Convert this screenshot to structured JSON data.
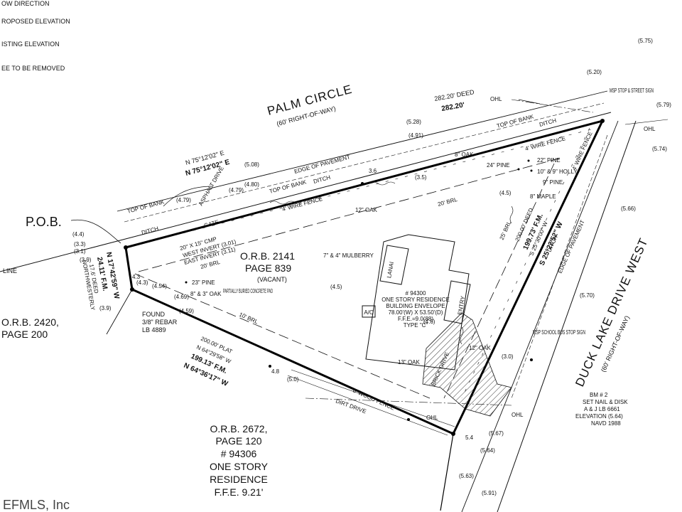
{
  "legend": [
    "OW DIRECTION",
    "ROPOSED ELEVATION",
    "ISTING ELEVATION",
    "EE TO BE REMOVED"
  ],
  "watermark": "EFMLS, Inc",
  "roads": {
    "palm_circle": {
      "name": "PALM CIRCLE",
      "row": "(60' RIGHT-OF-WAY)"
    },
    "duck_lake": {
      "name": "DUCK LAKE DRIVE WEST",
      "row": "(60' RIGHT-OF-WAY)"
    }
  },
  "pob": "P.O.B.",
  "parcel": {
    "orb": "O.R.B. 2141",
    "page": "PAGE 839",
    "status": "(VACANT)"
  },
  "neighbor_west": {
    "orb": "O.R.B. 2420,",
    "page": "PAGE 200"
  },
  "neighbor_south": {
    "lines": [
      "O.R.B. 2672,",
      "PAGE 120",
      "# 94306",
      "ONE STORY",
      "RESIDENCE",
      "F.F.E. 9.21'"
    ]
  },
  "north_line": {
    "deed": "282.20' DEED",
    "fm": "282.20'",
    "bearing_deed": "N 75°12'02\" E",
    "bearing_fm": "N 75°12'02\" E"
  },
  "east_line": {
    "brl": "25' BRL",
    "deed": "200.00' DEED",
    "fm": "199.73' F.M.",
    "bearing_deed": "S 25°30'00\" W",
    "bearing_fm": "S 25°22'52\" W"
  },
  "south_line": {
    "plat": "200.00' PLAT",
    "bearing_plat": "N 64°29'58\" W",
    "fm": "199.13' F.M.",
    "bearing_fm": "N 64°36'17\" W"
  },
  "west_line": {
    "bearing": "N 17°42'59\" W",
    "fm": "24.11' F.M.",
    "deed": "17.6' DEED",
    "ne": "NORTHWESTERLY"
  },
  "labels": {
    "edge_pavement": "EDGE OF PAVEMENT",
    "edge_pavement_e": "EDGE OF PAVEMENT",
    "top_bank": "TOP OF BANK",
    "ditch": "DITCH",
    "wire_fence": "4' WIRE FENCE",
    "brl20": "20' BRL",
    "brl20b": "20' BRL",
    "brl10": "10' BRL",
    "wood_fence": "6' WOOD FENCE",
    "dirt_drive": "DIRT DRIVE",
    "ohl": "OHL",
    "cmp": "20\" X 15\" CMP",
    "cmp_w": "WEST INVERT (3.01)",
    "cmp_e": "EAST INVERT (3.11)",
    "asphalt": "ASPHALT DRIVE",
    "gate": "GATE",
    "pad": "PARTIALLY BURIED CONCRETE PAD",
    "found": "FOUND",
    "rebar": "3/8\" REBAR",
    "lb": "LB 4889",
    "line": "LINE",
    "msp_stop": "MSP STOP & STREET SIGN",
    "msp_bus": "MSP SCHOOL BUS STOP SIGN",
    "bm": [
      "BM # 2",
      "SET NAIL & DISK",
      "A & J LB 6661",
      "ELEVATION (5.64)",
      "NAVD 1988"
    ]
  },
  "residence": {
    "lines": [
      "# 94300",
      "ONE STORY RESIDENCE",
      "BUILDING ENVELOPE",
      "78.00'(W) X 53.50'(D)",
      "F.F.E.=9.0(88)",
      "TYPE \"C\""
    ],
    "lanai": "LANAI",
    "entry": "ENTRY",
    "ac": "A/C",
    "drive": "BRICK DRIVE"
  },
  "trees": [
    "23\" PINE",
    "8\" & 3\" OAK",
    "7\" & 4\" MULBERRY",
    "12\" OAK",
    "24\" PINE",
    "22\" PINE",
    "10\" & 9\" HOLLY",
    "9\" PINE",
    "8\" MAPLE",
    "8\" OAK",
    "12\" OAK",
    "13\" OAK"
  ],
  "elevations": [
    "(5.28)",
    "(4.91)",
    "(5.08)",
    "(4.80)",
    "(4.79)",
    "(4.79)",
    "(4.4)",
    "(3.3)",
    "(3.1)",
    "(3.9)",
    "(4.3)",
    "(4.54)",
    "(4.69)",
    "(4.59)",
    "(4.5)",
    "(4.6)",
    "(5.0)",
    "(5.70)",
    "(5.63)",
    "(5.67)",
    "(5.64)",
    "(5.91)",
    "(5.79)",
    "(5.74)",
    "(5.66)",
    "(5.75)",
    "(5.20)",
    "(3.9)",
    "(3.0)",
    "(3.5)",
    "(4.5)",
    "4.8",
    "5.4",
    "3.6",
    "4.3"
  ]
}
